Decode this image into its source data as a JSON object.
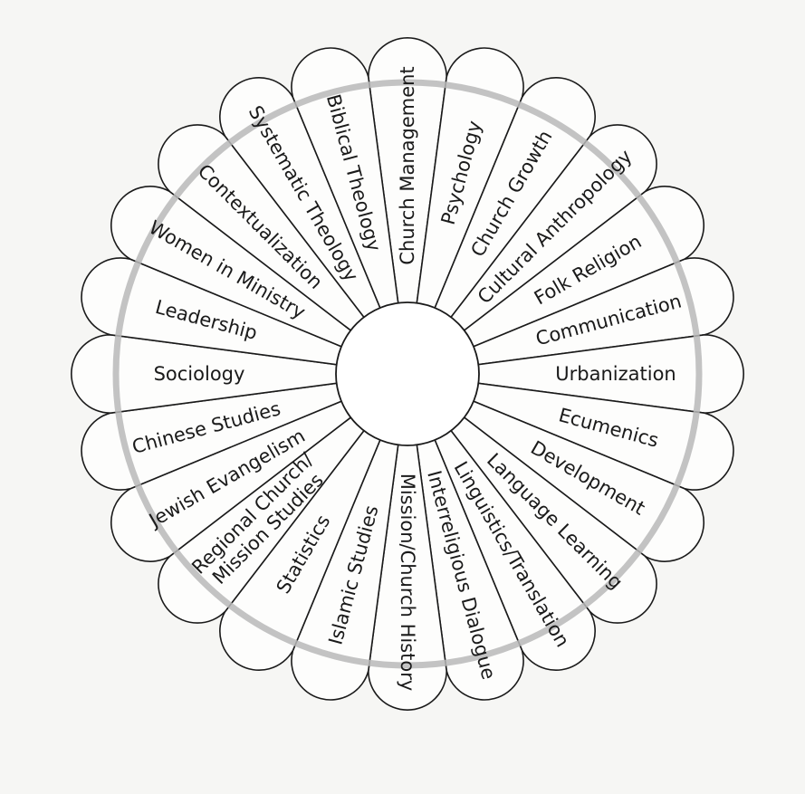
{
  "diagram": {
    "petals": [
      {
        "lines": [
          "Church Management"
        ]
      },
      {
        "lines": [
          "Psychology"
        ]
      },
      {
        "lines": [
          "Church Growth"
        ]
      },
      {
        "lines": [
          "Cultural Anthropology"
        ]
      },
      {
        "lines": [
          "Folk Religion"
        ]
      },
      {
        "lines": [
          "Communication"
        ]
      },
      {
        "lines": [
          "Urbanization"
        ]
      },
      {
        "lines": [
          "Ecumenics"
        ]
      },
      {
        "lines": [
          "Development"
        ]
      },
      {
        "lines": [
          "Language Learning"
        ]
      },
      {
        "lines": [
          "Linguistics/Translation"
        ]
      },
      {
        "lines": [
          "Interreligious Dialogue"
        ]
      },
      {
        "lines": [
          "Mission/Church History"
        ]
      },
      {
        "lines": [
          "Islamic Studies"
        ]
      },
      {
        "lines": [
          "Statistics"
        ]
      },
      {
        "lines": [
          "Regional Church/",
          "Mission Studies"
        ]
      },
      {
        "lines": [
          "Jewish Evangelism"
        ]
      },
      {
        "lines": [
          "Chinese Studies"
        ]
      },
      {
        "lines": [
          "Sociology"
        ]
      },
      {
        "lines": [
          "Leadership"
        ]
      },
      {
        "lines": [
          "Women in Ministry"
        ]
      },
      {
        "lines": [
          "Contextualization"
        ]
      },
      {
        "lines": [
          "Systematic Theology"
        ]
      },
      {
        "lines": [
          "Biblical Theology"
        ]
      }
    ]
  }
}
